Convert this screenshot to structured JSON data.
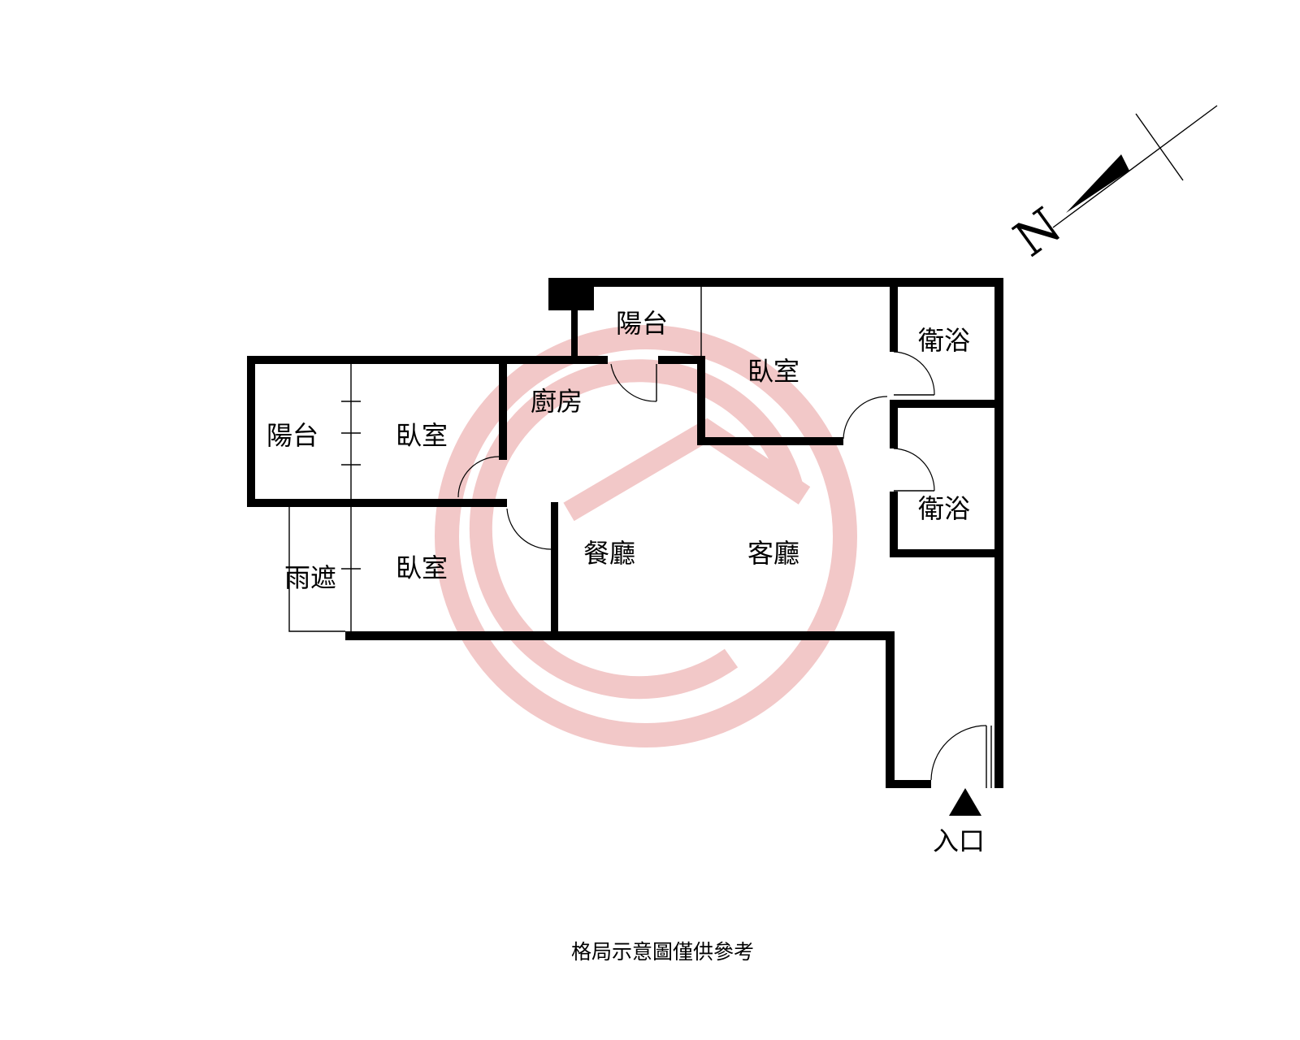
{
  "rooms": {
    "balcony_top": "陽台",
    "balcony_left": "陽台",
    "bedroom_top": "臥室",
    "bedroom_mid": "臥室",
    "bedroom_bottom": "臥室",
    "kitchen": "廚房",
    "bath_top": "衛浴",
    "bath_bottom": "衛浴",
    "dining": "餐廳",
    "living": "客廳",
    "canopy": "雨遮"
  },
  "entrance": {
    "label": "入口"
  },
  "compass": {
    "label": "N"
  },
  "caption": "格局示意圖僅供參考",
  "colors": {
    "wall": "#000000",
    "watermark": "#f2c8c8",
    "background": "#ffffff"
  }
}
